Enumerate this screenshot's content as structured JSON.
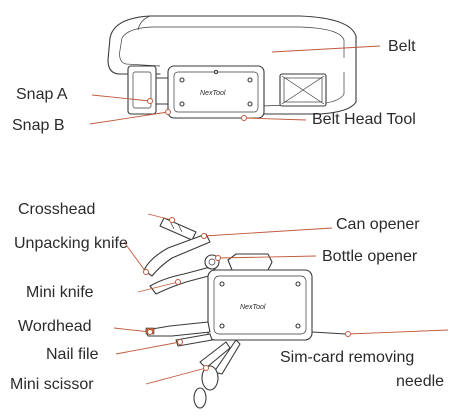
{
  "diagram": {
    "belt_section": {
      "labels": {
        "belt": "Belt",
        "snap_a": "Snap A",
        "snap_b": "Snap B",
        "belt_head_tool": "Belt Head Tool"
      },
      "brand": "NexTool"
    },
    "tool_section": {
      "labels": {
        "crosshead": "Crosshead",
        "unpacking_knife": "Unpacking knife",
        "mini_knife": "Mini knife",
        "wordhead": "Wordhead",
        "nail_file": "Nail file",
        "mini_scissor": "Mini scissor",
        "can_opener": "Can opener",
        "bottle_opener": "Bottle opener",
        "sim_card_line1": "Sim-card removing",
        "sim_card_line2": "needle"
      },
      "brand": "NexTool"
    },
    "colors": {
      "leader_line": "#c05a3c",
      "outline": "#3a3a3a",
      "text": "#2b2b2b",
      "accent": "#d06a3a"
    }
  }
}
